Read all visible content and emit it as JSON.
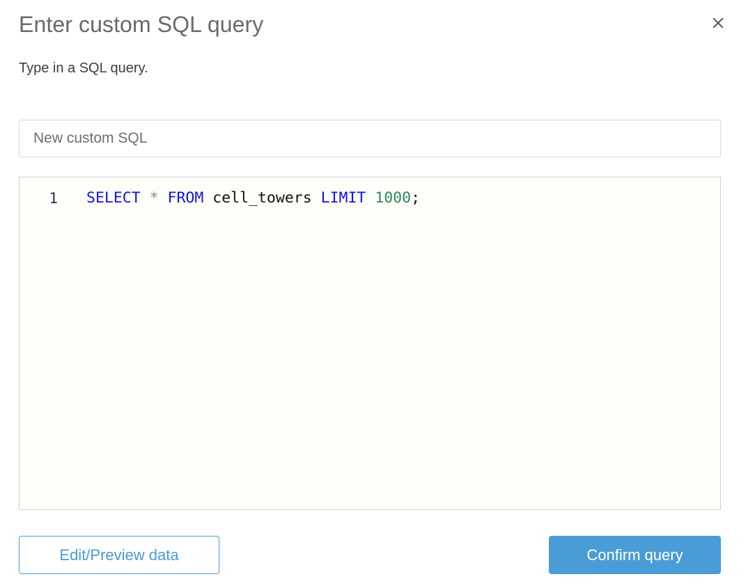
{
  "dialog": {
    "title": "Enter custom SQL query",
    "subtitle": "Type in a SQL query.",
    "close_icon": "close-icon"
  },
  "name_field": {
    "value": "",
    "placeholder": "New custom SQL"
  },
  "editor": {
    "line_numbers": [
      "1"
    ],
    "query": "SELECT * FROM cell_towers LIMIT 1000;",
    "tokens": [
      {
        "text": "SELECT",
        "type": "keyword"
      },
      {
        "text": " ",
        "type": "plain"
      },
      {
        "text": "*",
        "type": "star"
      },
      {
        "text": " ",
        "type": "plain"
      },
      {
        "text": "FROM",
        "type": "keyword"
      },
      {
        "text": " ",
        "type": "plain"
      },
      {
        "text": "cell_towers",
        "type": "ident"
      },
      {
        "text": " ",
        "type": "plain"
      },
      {
        "text": "LIMIT",
        "type": "keyword"
      },
      {
        "text": " ",
        "type": "plain"
      },
      {
        "text": "1000",
        "type": "number"
      },
      {
        "text": ";",
        "type": "punct"
      }
    ],
    "parts": {
      "select": "SELECT",
      "star": "*",
      "from": "FROM",
      "table": "cell_towers",
      "limit": "LIMIT",
      "rows": "1000",
      "semicolon": ";",
      "sp": " "
    }
  },
  "footer": {
    "secondary_label": "Edit/Preview data",
    "primary_label": "Confirm query"
  },
  "colors": {
    "accent_blue": "#4a9cd6",
    "keyword_blue": "#1111ee",
    "number_green": "#2e8856",
    "title_grey": "#69696b",
    "editor_bg": "#fffffa"
  }
}
